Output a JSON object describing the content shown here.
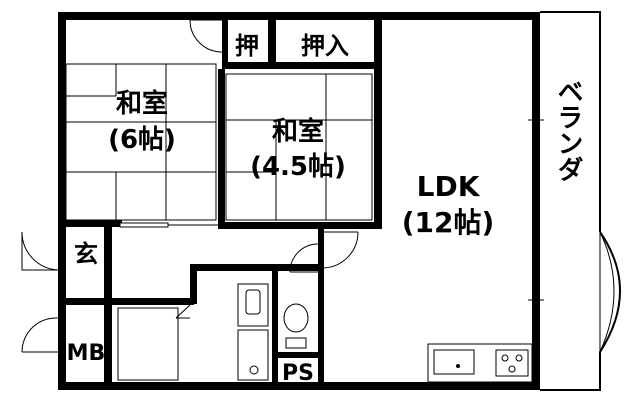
{
  "floorplan": {
    "rooms": {
      "washitsu_6": {
        "name": "和室",
        "size": "(6帖)"
      },
      "washitsu_45": {
        "name": "和室",
        "size": "(4.5帖)"
      },
      "ldk": {
        "name": "LDK",
        "size": "(12帖)"
      },
      "oshi": {
        "name": "押"
      },
      "oshiire": {
        "name": "押入"
      },
      "veranda": {
        "name": "ベランダ"
      },
      "genkan": {
        "name": "玄"
      },
      "mb": {
        "name": "MB"
      },
      "ps": {
        "name": "PS"
      }
    }
  }
}
